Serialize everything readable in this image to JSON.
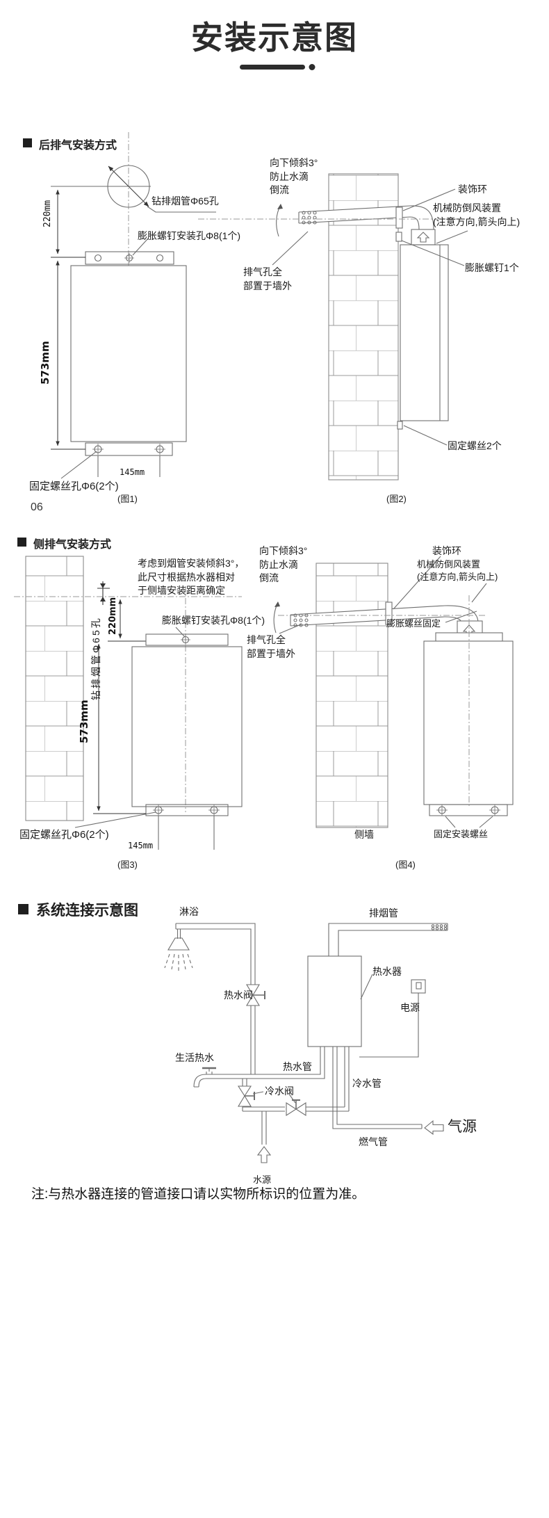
{
  "style": {
    "ink": "#1f1f1f",
    "line_gray": "#6e6e6e",
    "dim_line": "#333333",
    "brick_line": "#9b9b9b"
  },
  "page": {
    "title": "安装示意图",
    "page_number": "06",
    "note": "注:与热水器连接的管道接口请以实物所标识的位置为准。"
  },
  "sections": {
    "rear": "后排气安装方式",
    "side": "侧排气安装方式",
    "system": "系统连接示意图"
  },
  "fig1": {
    "caption": "(图1)",
    "drill_hole": "钻排烟管Φ65孔",
    "expansion_hole": "膨胀螺钉安装孔Φ8(1个)",
    "fixing_holes": "固定螺丝孔Φ6(2个)",
    "dim_220": "220mm",
    "dim_573": "573mm",
    "dim_145": "145mm"
  },
  "fig2": {
    "caption": "(图2)",
    "tilt": "向下倾斜3°\n防止水滴\n倒流",
    "ring": "装饰环",
    "backflow": "机械防倒风装置\n(注意方向,箭头向上)",
    "expansion_screw": "膨胀螺钉1个",
    "exhaust_outside": "排气孔全\n部置于墙外",
    "fixing_screws": "固定螺丝2个"
  },
  "fig3": {
    "caption": "(图3)",
    "note": "考虑到烟管安装倾斜3°，\n此尺寸根据热水器相对\n于侧墙安装距离确定",
    "drill_hole": "钻排烟管Φ65孔",
    "expansion_hole": "膨胀螺钉安装孔Φ8(1个)",
    "fixing_holes": "固定螺丝孔Φ6(2个)",
    "dim_220": "220mm",
    "dim_573": "573mm",
    "dim_145": "145mm"
  },
  "fig4": {
    "caption": "(图4)",
    "tilt": "向下倾斜3°\n防止水滴\n倒流",
    "ring": "装饰环",
    "backflow": "机械防倒风装置\n(注意方向,箭头向上)",
    "expansion_fix": "膨胀螺丝固定",
    "exhaust_outside": "排气孔全\n部置于墙外",
    "side_wall": "侧墙",
    "fixing_screws": "固定安装螺丝"
  },
  "system": {
    "shower": "淋浴",
    "flue_pipe": "排烟管",
    "heater": "热水器",
    "power": "电源",
    "hot_valve": "热水阀",
    "domestic_hot_water": "生活热水",
    "hot_pipe": "热水管",
    "cold_pipe": "冷水管",
    "cold_valve": "冷水阀",
    "gas_source": "气源",
    "gas_pipe": "燃气管",
    "water_source": "水源"
  }
}
